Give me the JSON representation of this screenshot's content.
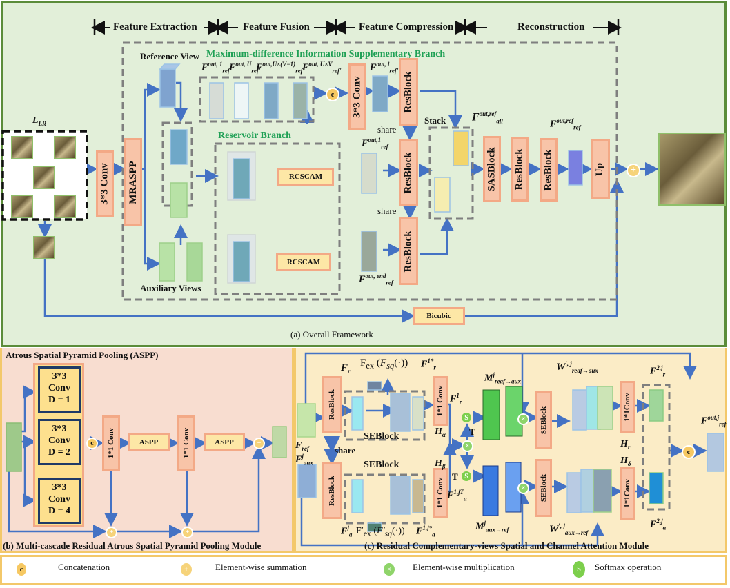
{
  "stages": {
    "feature_extraction": "Feature Extraction",
    "feature_fusion": "Feature Fusion",
    "feature_compression": "Feature Compression",
    "reconstruction": "Reconstruction"
  },
  "panel_a": {
    "caption": "(a) Overall Framework",
    "input_label": "L",
    "input_sub": "LR",
    "conv3": "3*3 Conv",
    "mraspp": "MRASPP",
    "reference_view": "Reference View",
    "auxiliary_views": "Auxiliary Views",
    "md_branch": "Maximum-difference Information Supplementary Branch",
    "reservoir_branch": "Reservoir Branch",
    "rcscam": "RCSCAM",
    "conv3_b": "3*3 Conv",
    "resblock": "ResBlock",
    "share": "share",
    "stack": "Stack",
    "sasblock": "SASBlock",
    "up": "Up",
    "bicubic": "Bicubic",
    "ellipsis": "...",
    "feature_labels": {
      "f_ref1": {
        "base": "F",
        "sup": "out, 1",
        "sub": "ref'"
      },
      "f_refU": {
        "base": "F",
        "sup": "out, U",
        "sub": "ref'"
      },
      "f_refUV1": {
        "base": "F",
        "sup": "out,U×(V−1)",
        "sub": "ref'"
      },
      "f_refUV": {
        "base": "F",
        "sup": "out, U×V",
        "sub": "ref'"
      },
      "f_refi": {
        "base": "F",
        "sup": "out, i",
        "sub": "ref'"
      },
      "f_ref_out1": {
        "base": "F",
        "sup": "out,1",
        "sub": "ref"
      },
      "f_ref_end": {
        "base": "F",
        "sup": "out, end",
        "sub": "ref"
      },
      "f_all": {
        "base": "F",
        "sup": "out,ref",
        "sub": "all"
      },
      "f_ref_out": {
        "base": "F",
        "sup": "out,ref",
        "sub": "ref"
      }
    }
  },
  "panel_b": {
    "title": "Atrous Spatial Pyramid Pooling (ASPP)",
    "caption": "(b) Multi-cascade Residual Atrous Spatial Pyramid Pooling Module",
    "convs": [
      {
        "line1": "3*3",
        "line2": "Conv",
        "line3": "D = 1",
        "color": "#a6ecf7"
      },
      {
        "line1": "3*3",
        "line2": "Conv",
        "line3": "D = 2",
        "color": "#ddf1fb"
      },
      {
        "line1": "3*3",
        "line2": "Conv",
        "line3": "D = 4",
        "color": "#c6f0e6"
      }
    ],
    "conv1": "1*1 Conv",
    "aspp": "ASPP"
  },
  "panel_c": {
    "caption": "(c) Residual Complementary-views Spatial and Channel Attention Module",
    "resblock": "ResBlock",
    "share": "share",
    "seblock": "SEBlock",
    "conv1": "1*1 Conv",
    "conv1b": "1*1Conv",
    "T": "T",
    "labels": {
      "f_r": {
        "base": "F",
        "sub": "r"
      },
      "f_ex": "F",
      "f_ex_sub": "ex",
      "f_sq": "F",
      "f_sq_sub": "sq",
      "f_r1star": {
        "base": "F",
        "sup": "1*",
        "sub": "r"
      },
      "f_r1": {
        "base": "F",
        "sup": "1",
        "sub": "r"
      },
      "h_alpha": {
        "base": "H",
        "sub": "α"
      },
      "h_beta": {
        "base": "H",
        "sub": "β"
      },
      "h_r": {
        "base": "H",
        "sub": "r"
      },
      "h_delta": {
        "base": "H",
        "sub": "δ"
      },
      "f_ref": {
        "base": "F",
        "sub": "ref"
      },
      "f_aux": {
        "base": "F",
        "sup": "j",
        "sub": "aux"
      },
      "f_a": {
        "base": "F",
        "sup": "j",
        "sub": "a"
      },
      "f_a1jstar": {
        "base": "F",
        "sup": "1,j*",
        "sub": "a"
      },
      "f_a1jT": {
        "base": "F",
        "sup": "1,jT",
        "sub": "a"
      },
      "m_ref_aux": {
        "base": "M",
        "sup": "j",
        "sub": "reaf→aux"
      },
      "m_aux_ref": {
        "base": "M",
        "sup": "j",
        "sub": "aux→ref"
      },
      "w_ref_aux": {
        "base": "W",
        "sup": "′, j",
        "sub": "reaf→aux"
      },
      "w_aux_ref": {
        "base": "W",
        "sup": "′, j",
        "sub": "aux→ref"
      },
      "f_r2j": {
        "base": "F",
        "sup": "2,j",
        "sub": "r"
      },
      "f_a2j": {
        "base": "F",
        "sup": "2,j",
        "sub": "a"
      },
      "f_out_j": {
        "base": "F",
        "sup": "out,j",
        "sub": "ref"
      }
    }
  },
  "legend": [
    {
      "symbol": "concatenation-icon",
      "glyph": "c",
      "label": "Concatenation",
      "color": "#f6c862"
    },
    {
      "symbol": "element-sum-icon",
      "glyph": "+",
      "label": "Element-wise summation",
      "color": "#f6d37a"
    },
    {
      "symbol": "element-mul-icon",
      "glyph": "×",
      "label": "Element-wise multiplication",
      "color": "#8fd46a"
    },
    {
      "symbol": "softmax-icon",
      "glyph": "S",
      "label": "Softmax operation",
      "color": "#7dcf4c"
    }
  ],
  "colors": {
    "arrow": "#4472c4",
    "panel_a_bg": "#e2efd9",
    "panel_b_bg": "#f8ddd0",
    "panel_c_bg": "#fbecc6",
    "block_fill": "#f8c4a8",
    "block_border": "#f3a986",
    "branch_title": "#1fa055"
  }
}
